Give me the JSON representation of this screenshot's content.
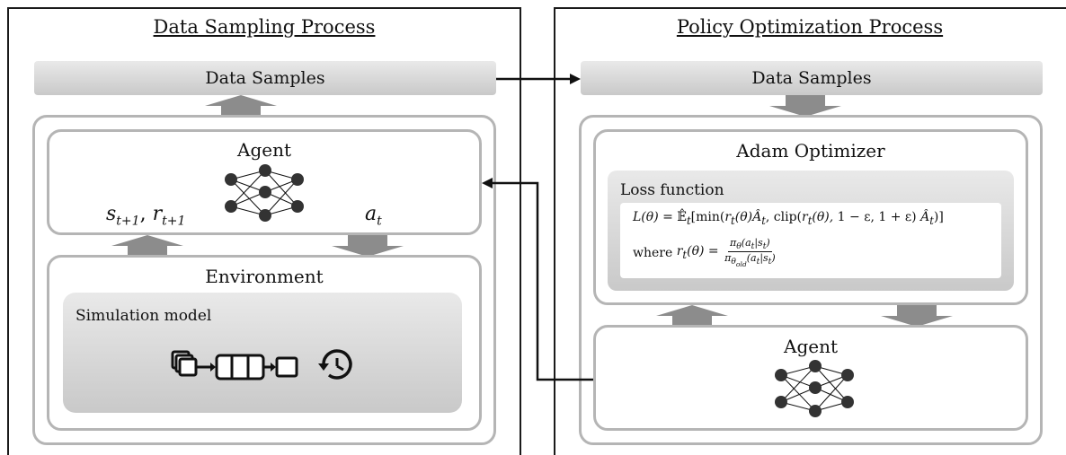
{
  "left_panel": {
    "title": "Data Sampling Process",
    "data_samples_label": "Data Samples",
    "agent_label": "Agent",
    "state_reward_label": "s_{t+1}, r_{t+1}",
    "action_label": "a_t",
    "environment_label": "Environment",
    "simulation_model_label": "Simulation model"
  },
  "right_panel": {
    "title": "Policy Optimization Process",
    "data_samples_label": "Data Samples",
    "optimizer_label": "Adam Optimizer",
    "loss_function_label": "Loss function",
    "loss_equation": "L(θ) = 𝔼̂_t[min(r_t(θ)Â_t, clip(r_t(θ), 1 − ε, 1 + ε) Â_t)]",
    "ratio_prefix": "where r_t(θ) =",
    "ratio_numerator": "π_θ(a_t|s_t)",
    "ratio_denominator": "π_θold(a_t|s_t)",
    "agent_label": "Agent"
  },
  "icons": [
    "neural-network-icon",
    "queue-process-icon",
    "history-clock-icon"
  ]
}
